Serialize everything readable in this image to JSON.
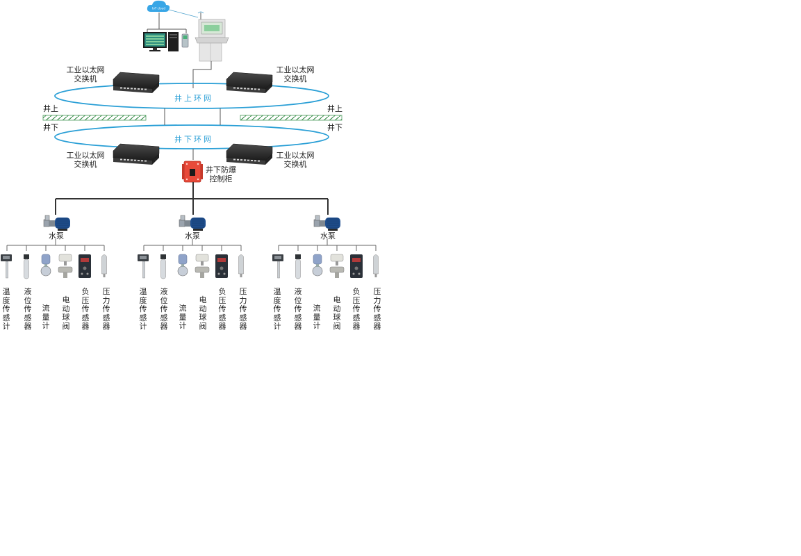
{
  "cloud": {
    "label": "IoT cloud"
  },
  "switches": {
    "label_line1": "工业以太网",
    "label_line2": "交换机"
  },
  "rings": {
    "upper": "井上环网",
    "lower": "井下环网"
  },
  "ground": {
    "above": "井上",
    "below": "井下"
  },
  "cabinet": {
    "label_line1": "井下防爆",
    "label_line2": "控制柜"
  },
  "pumps": [
    {
      "label": "水泵"
    },
    {
      "label": "水泵"
    },
    {
      "label": "水泵"
    }
  ],
  "sensors": [
    {
      "label": "温度传感计",
      "icon": "temperature-transmitter-icon"
    },
    {
      "label": "液位传感器",
      "icon": "level-sensor-icon"
    },
    {
      "label": "流量计",
      "icon": "flowmeter-icon"
    },
    {
      "label": "电动球阀",
      "icon": "electric-ball-valve-icon"
    },
    {
      "label": "负压传感器",
      "icon": "negative-pressure-sensor-icon"
    },
    {
      "label": "压力传感器",
      "icon": "pressure-sensor-icon"
    }
  ],
  "colors": {
    "ring": "#2a9fd6",
    "cabinet": "#e84a3a",
    "pump": "#1f4f8f",
    "switch": "#2b2b2b",
    "line": "#333333"
  }
}
